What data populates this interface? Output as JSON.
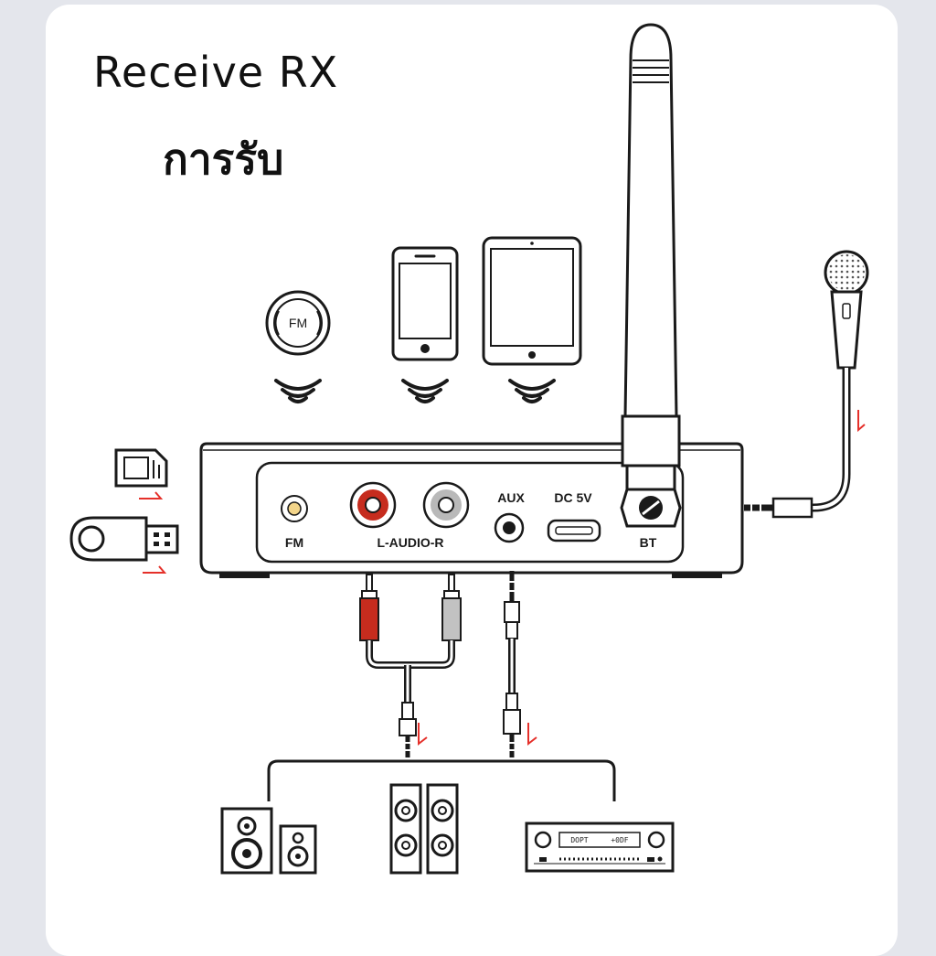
{
  "title": {
    "en": "Receive RX",
    "th": "การรับ"
  },
  "device": {
    "ports": {
      "fm": "FM",
      "audio": "L-AUDIO-R",
      "aux": "AUX",
      "dc": "DC 5V",
      "bt": "BT"
    }
  },
  "sources": {
    "fm_badge": "FM"
  },
  "amplifier": {
    "display_left": "DOPT",
    "display_right": "+0DF"
  },
  "colors": {
    "arrow": "#e5302a",
    "rca_left": "#c62c1e",
    "rca_right": "#b9b9b9",
    "line": "#1a1a1a"
  }
}
